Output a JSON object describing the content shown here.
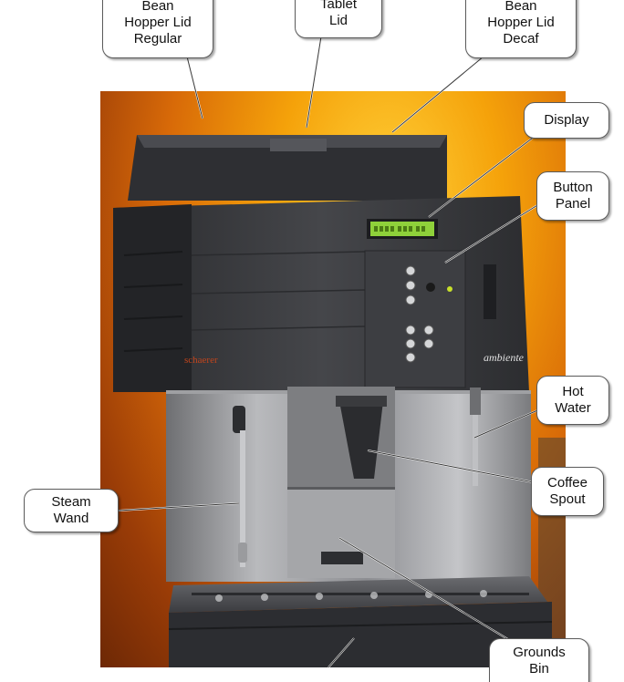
{
  "callouts": {
    "bean_hopper_regular": "Bean\nHopper Lid\nRegular",
    "tablet_lid": "Tablet\nLid",
    "bean_hopper_decaf": "Bean\nHopper Lid\nDecaf",
    "display": "Display",
    "button_panel": "Button\nPanel",
    "hot_water": "Hot\nWater",
    "coffee_spout": "Coffee\nSpout",
    "steam_wand": "Steam\nWand",
    "grounds_bin": "Grounds\nBin"
  },
  "machine": {
    "brand_left": "schaerer",
    "brand_right": "ambiente"
  },
  "colors": {
    "background_glow": "#f5a20a",
    "machine_body": "#3a3b3e",
    "display_green": "#8fd13a",
    "brand_left": "#c0441c"
  }
}
